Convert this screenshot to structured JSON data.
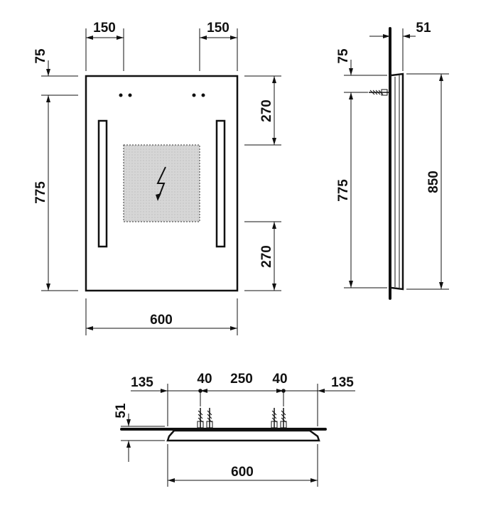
{
  "front_view": {
    "dims": {
      "top_left_offset": "150",
      "top_right_offset": "150",
      "top_margin": "75",
      "left_height": "775",
      "right_upper": "270",
      "right_lower": "270",
      "width": "600"
    },
    "icons": {
      "power_symbol": "lightning-bolt-icon"
    }
  },
  "side_view": {
    "dims": {
      "depth": "51",
      "top_margin": "75",
      "mount_height": "775",
      "total_height": "850"
    }
  },
  "bottom_view": {
    "dims": {
      "left_offset": "135",
      "hole_left": "40",
      "middle": "250",
      "hole_right": "40",
      "right_offset": "135",
      "depth": "51",
      "width": "600"
    }
  }
}
